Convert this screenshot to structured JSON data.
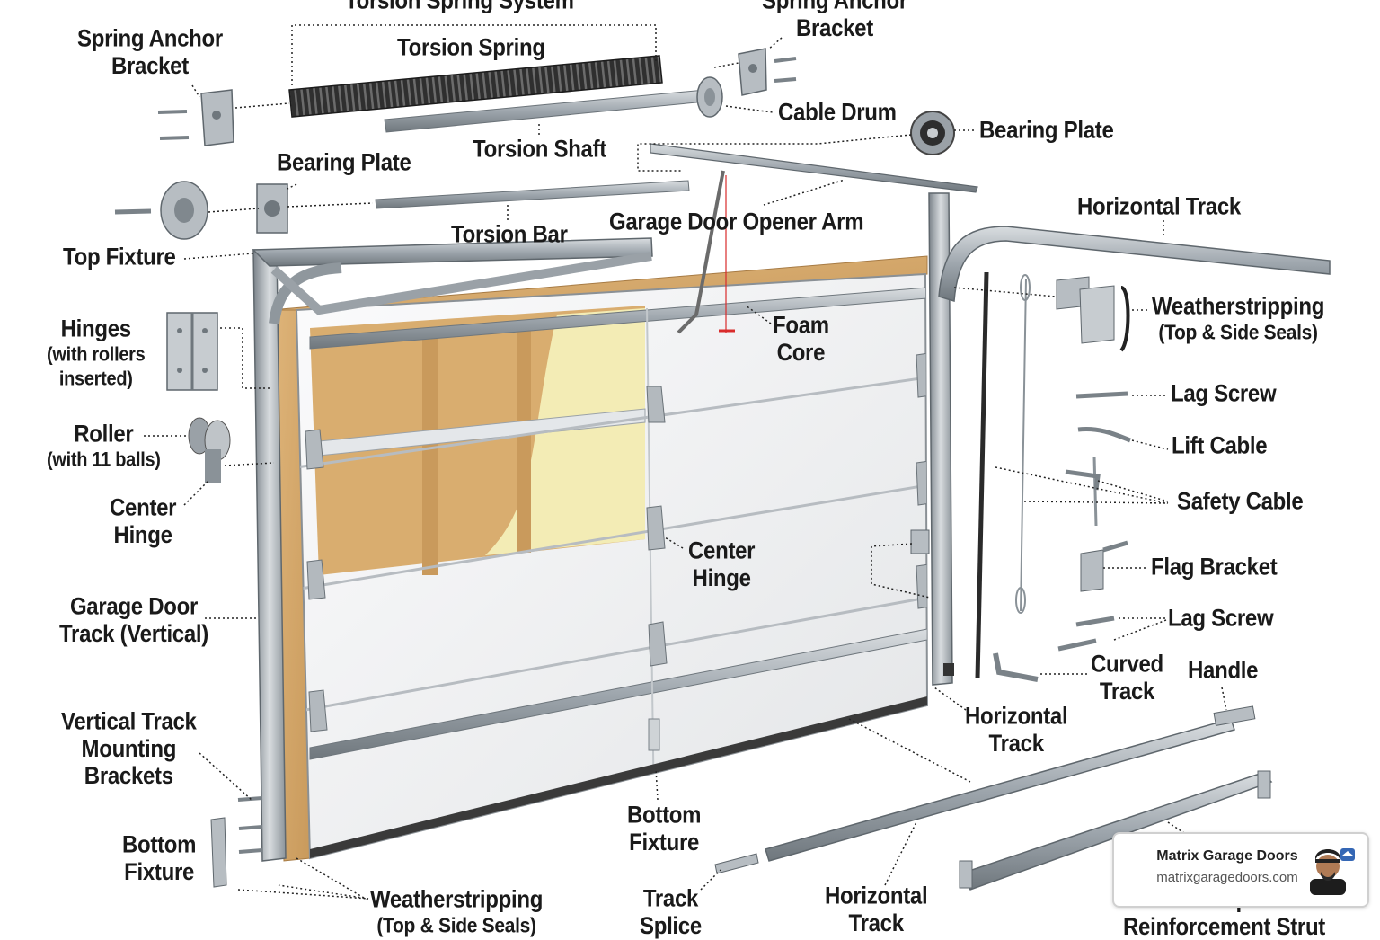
{
  "diagram": {
    "labels": {
      "torsion_spring_system": "Torsion Spring System",
      "torsion_spring": "Torsion Spring",
      "spring_anchor_bracket_left": [
        "Spring Anchor",
        "Bracket"
      ],
      "spring_anchor_bracket_right": [
        "Spring Anchor",
        "Bracket"
      ],
      "cable_drum": "Cable Drum",
      "bearing_plate_right": "Bearing Plate",
      "torsion_shaft": "Torsion Shaft",
      "bearing_plate_left": "Bearing Plate",
      "horizontal_track_top": "Horizontal Track",
      "garage_door_opener_arm": "Garage Door Opener Arm",
      "torsion_bar": "Torsion Bar",
      "top_fixture": "Top Fixture",
      "weatherstripping_right": [
        "Weatherstripping",
        "(Top & Side Seals)"
      ],
      "foam_core": [
        "Foam",
        "Core"
      ],
      "hinges": [
        "Hinges",
        "(with rollers",
        "inserted)"
      ],
      "lag_screw_top": "Lag Screw",
      "lift_cable": "Lift Cable",
      "roller": [
        "Roller",
        "(with 11 balls)"
      ],
      "safety_cable": "Safety Cable",
      "center_hinge_left": [
        "Center",
        "Hinge"
      ],
      "center_hinge_mid": [
        "Center",
        "Hinge"
      ],
      "flag_bracket": "Flag Bracket",
      "garage_door_track_vertical": [
        "Garage Door",
        "Track (Vertical)"
      ],
      "lag_screw_bottom": "Lag Screw",
      "curved_track": [
        "Curved",
        "Track"
      ],
      "handle": "Handle",
      "horizontal_track_mid": [
        "Horizontal",
        "Track"
      ],
      "vertical_track_mounting_brackets": [
        "Vertical Track",
        "Mounting",
        "Brackets"
      ],
      "bottom_fixture_mid": [
        "Bottom",
        "Fixture"
      ],
      "bottom_fixture_left": [
        "Bottom",
        "Fixture"
      ],
      "weatherstripping_bottom": [
        "Weatherstripping",
        "(Top & Side Seals)"
      ],
      "track_splice": [
        "Track",
        "Splice"
      ],
      "horizontal_track_bottom": [
        "Horizontal",
        "Track"
      ],
      "u_shaped_reinforcement_strut": [
        "U-Shaped",
        "Reinforcement Strut"
      ]
    }
  },
  "brand": {
    "name": "Matrix Garage Doors",
    "url": "matrixgaragedoors.com"
  },
  "colors": {
    "steel": "#a9b0b6",
    "steel_dark": "#6f777d",
    "wood": "#d6a86a",
    "foam": "#f3ecb5",
    "panel": "#f2f3f4",
    "spring": "#333333",
    "text": "#1a1a1a"
  }
}
